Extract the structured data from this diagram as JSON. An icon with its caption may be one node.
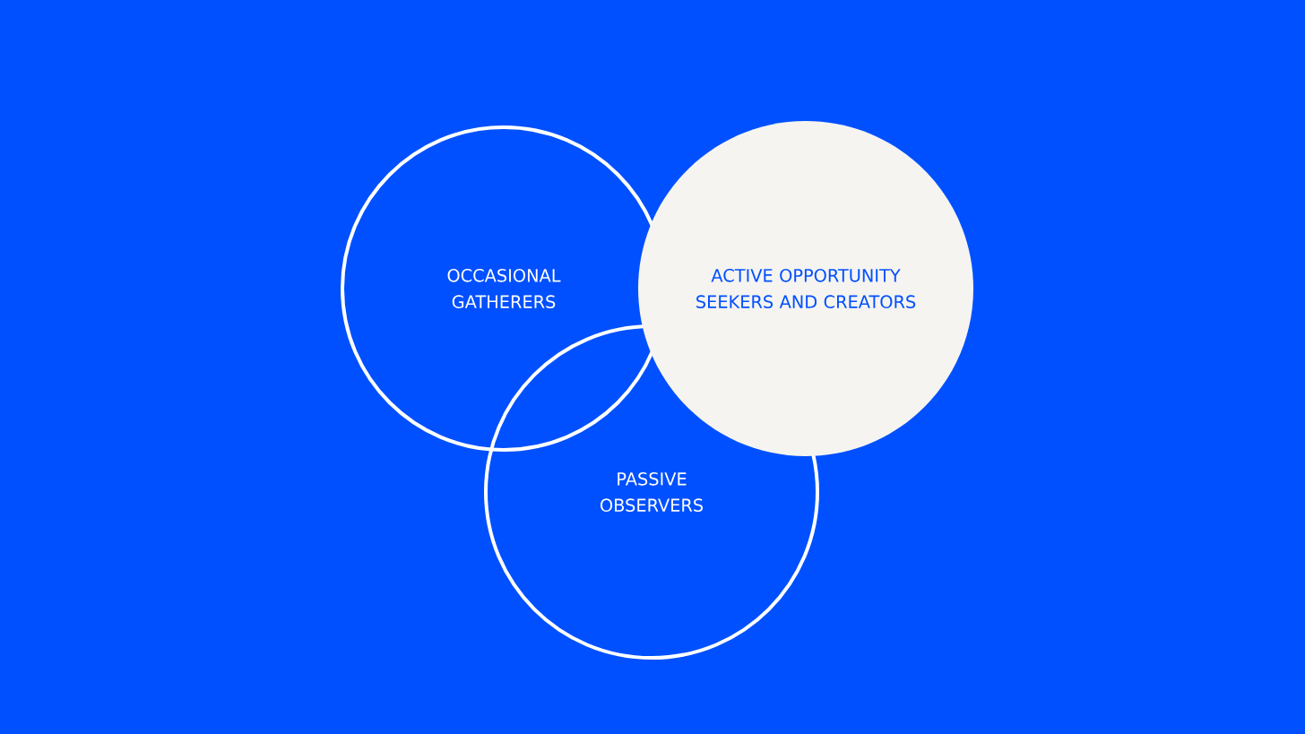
{
  "diagram": {
    "nodes": [
      {
        "text": [
          "OCCASIONAL GATHERERS"
        ]
      },
      {
        "text": [
          "PASSIVE OBSERVERS"
        ]
      },
      {
        "text": [
          "ACTIVE OPPORTUNITY SEEKERS AND CREATORS"
        ]
      }
    ]
  }
}
